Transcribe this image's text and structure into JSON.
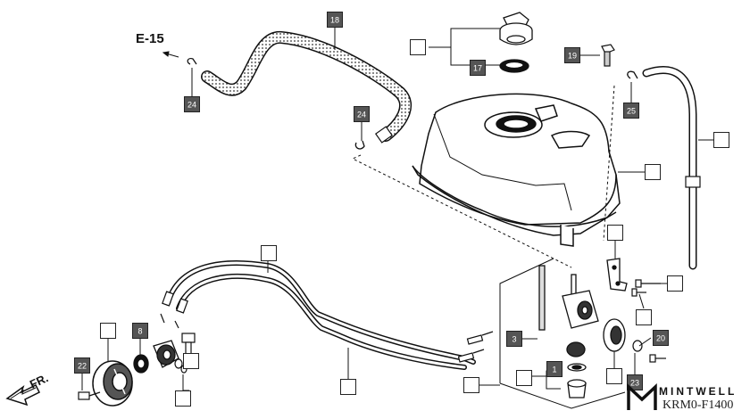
{
  "reference": {
    "text": "E-15"
  },
  "front": {
    "text": "FR."
  },
  "brand": {
    "name": "MINTWELL",
    "code": "KRM0-F1400",
    "logo": "mintwell-logo-icon"
  },
  "callouts": [
    {
      "id": "18",
      "filled": true
    },
    {
      "id": "",
      "filled": false
    },
    {
      "id": "17",
      "filled": true
    },
    {
      "id": "19",
      "filled": true
    },
    {
      "id": "24",
      "filled": true
    },
    {
      "id": "24",
      "filled": true
    },
    {
      "id": "25",
      "filled": true
    },
    {
      "id": "",
      "filled": false
    },
    {
      "id": "",
      "filled": false
    },
    {
      "id": "",
      "filled": false
    },
    {
      "id": "",
      "filled": false
    },
    {
      "id": "",
      "filled": false
    },
    {
      "id": "",
      "filled": false
    },
    {
      "id": "",
      "filled": false
    },
    {
      "id": "8",
      "filled": true
    },
    {
      "id": "",
      "filled": false
    },
    {
      "id": "",
      "filled": false
    },
    {
      "id": "22",
      "filled": true
    },
    {
      "id": "",
      "filled": false
    },
    {
      "id": "3",
      "filled": true
    },
    {
      "id": "1",
      "filled": true
    },
    {
      "id": "",
      "filled": false
    },
    {
      "id": "",
      "filled": false
    },
    {
      "id": "",
      "filled": false
    },
    {
      "id": "20",
      "filled": true
    },
    {
      "id": "23",
      "filled": true
    }
  ]
}
